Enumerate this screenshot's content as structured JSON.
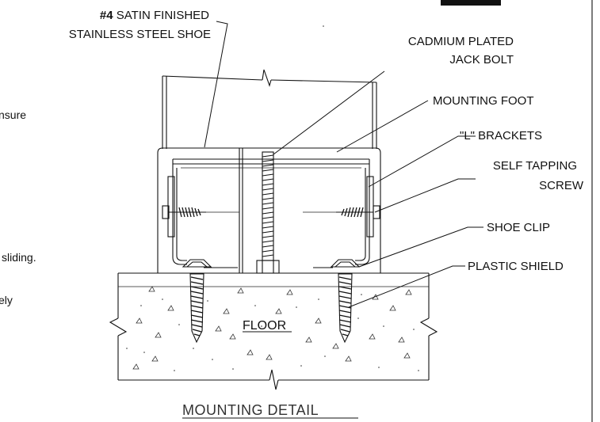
{
  "labels": {
    "shoe_line1_bold": "#4",
    "shoe_line1_rest": " SATIN FINISHED",
    "shoe_line2": "STAINLESS STEEL SHOE",
    "jack_line1": "CADMIUM PLATED",
    "jack_line2": "JACK BOLT",
    "mounting_foot": "MOUNTING FOOT",
    "l_brackets": "\"L\" BRACKETS",
    "screw_line1": "SELF TAPPING",
    "screw_line2": "SCREW",
    "shoe_clip": "SHOE CLIP",
    "plastic_shield": "PLASTIC SHIELD",
    "floor": "FLOOR",
    "detail_title": "MOUNTING  DETAIL"
  },
  "cropped_text": {
    "frag1": "nsure",
    "frag2": "sliding.",
    "frag3": "ely"
  }
}
